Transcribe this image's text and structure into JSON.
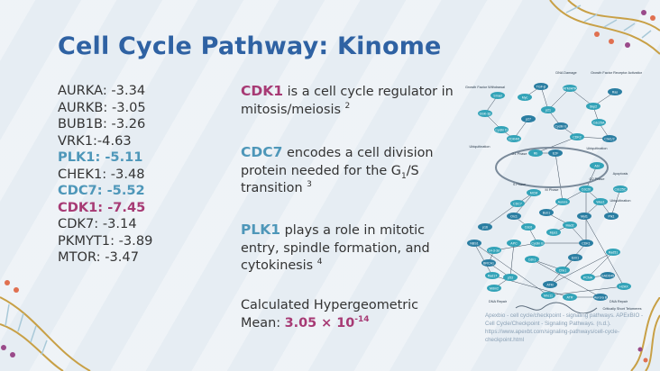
{
  "slide": {
    "title": "Cell Cycle Pathway: Kinome",
    "kinases": [
      {
        "label": "AURKA: -3.34"
      },
      {
        "label": "AURKB: -3.05"
      },
      {
        "label": "BUB1B: -3.26"
      },
      {
        "label": "VRK1:-4.63"
      },
      {
        "label": "PLK1: -5.11"
      },
      {
        "label": "CHEK1: -3.48"
      },
      {
        "label": "CDC7: -5.52"
      },
      {
        "label": "CDK1: -7.45"
      },
      {
        "label": "CDK7: -3.14"
      },
      {
        "label": "PKMYT1: -3.89"
      },
      {
        "label": "MTOR: -3.47"
      }
    ],
    "cdk1": {
      "gene": "CDK1",
      "text": " is a cell cycle regulator in mitosis/meiosis ",
      "ref": "2"
    },
    "cdc7": {
      "gene": "CDC7",
      "text": " encodes a cell division protein needed for the G",
      "sub": "1",
      "text2": "/S transition ",
      "ref": "3"
    },
    "plk1": {
      "gene": "PLK1",
      "text": " plays a role in mitotic entry, spindle formation, and cytokinesis ",
      "ref": "4"
    },
    "mean": {
      "label": "Calculated Hypergeometric Mean: ",
      "value": "3.05",
      "times": " × 10",
      "exp": "-14"
    },
    "caption": "Apexbio - cell cycle/checkpoint - signaling pathways. APExBIO - Cell Cycle/Checkpoint - Signaling Pathways. (n.d.). https://www.apexbt.com/signaling-pathways/cell-cycle-checkpoint.html",
    "diagram": {
      "labels": [
        "DNA Damage",
        "Growth Factor Receptor Activation",
        "Growth Factor Withdrawal",
        "Ubiquitination",
        "Ubiquitination",
        "Apoptosis",
        "G1 Phase",
        "S Phase",
        "G2 Phase",
        "M Phase",
        "Ubiquitination",
        "DNA Repair",
        "DNA Repair",
        "Critically Short Telomeres"
      ],
      "nodes": [
        "TGF-β",
        "ATM/ATR",
        "Myc",
        "Ras",
        "GSK-3β",
        "Cyclin D",
        "p27",
        "CDK4/6",
        "p21",
        "Cyclin E",
        "CDK2",
        "Rb",
        "E2F",
        "Skp2",
        "Cdc25A",
        "Chk1/2",
        "Cdc20",
        "Wee1",
        "Plk1",
        "Cdc25C",
        "Aurora",
        "Bub1",
        "Mad2",
        "Mps1",
        "CDK1",
        "Cyclin B",
        "14-3-3σ",
        "BRCA1",
        "p53",
        "Mdm2",
        "ATM",
        "Rad51",
        "PCNA",
        "p16",
        "CDC7",
        "MCM",
        "Orc1",
        "Cdc6",
        "Abl",
        "GADD45",
        "Smad",
        "APC",
        "Emi1",
        "Chk1",
        "Cdh1",
        "Aurora B",
        "ATR",
        "Rad17",
        "NBS1",
        "Mre11",
        "H2AX",
        "Myt1"
      ]
    },
    "colors": {
      "title": "#2f62a3",
      "cdk1": "#a73a74",
      "highlight": "#4e97b9",
      "text": "#333333",
      "node": "#33a3b8",
      "node_alt": "#2b7ea2"
    }
  }
}
